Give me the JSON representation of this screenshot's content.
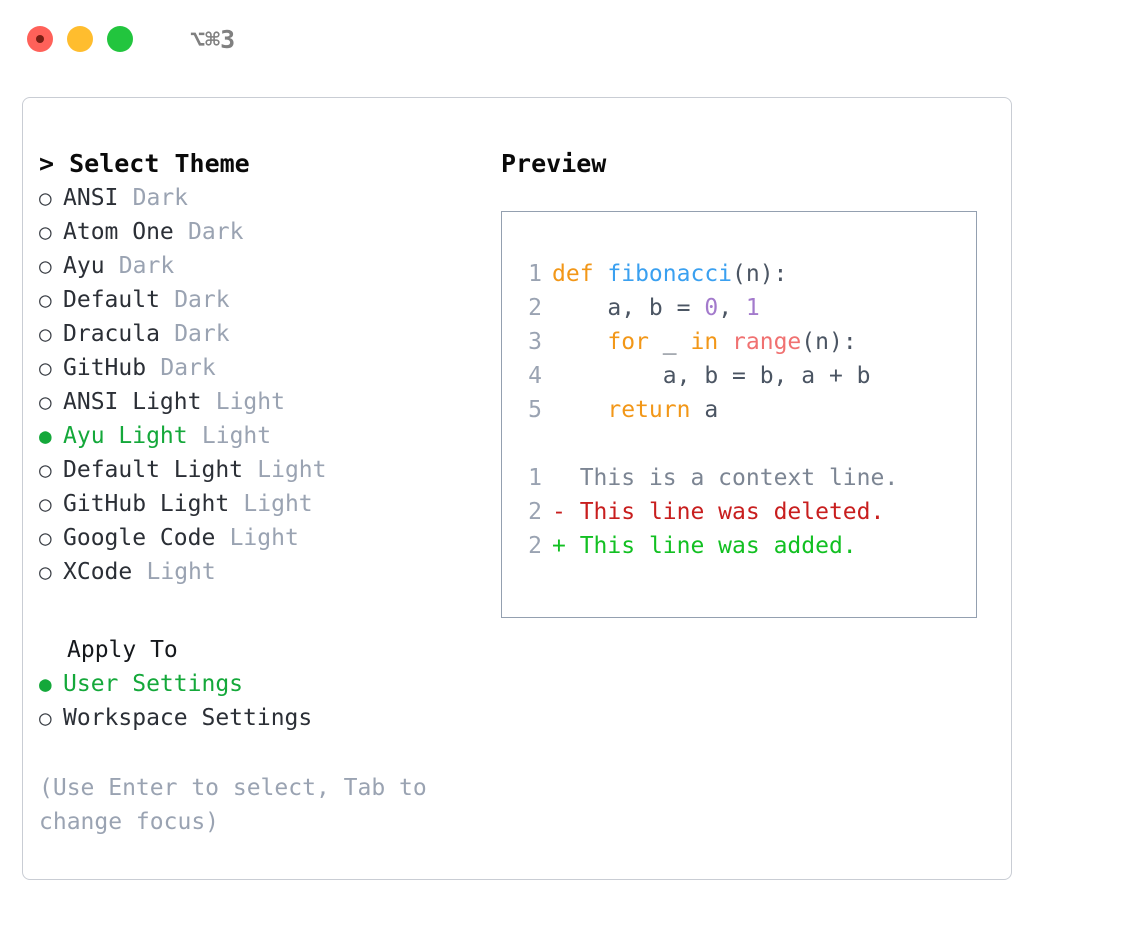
{
  "titlebar": {
    "shortcut": "⌥⌘3",
    "buttons": [
      "close",
      "minimize",
      "maximize"
    ]
  },
  "left_pane": {
    "header": "> Select Theme",
    "focused": true,
    "themes": [
      {
        "marker": "○",
        "name": "ANSI",
        "kind": "Dark",
        "selected": false
      },
      {
        "marker": "○",
        "name": "Atom One",
        "kind": "Dark",
        "selected": false
      },
      {
        "marker": "○",
        "name": "Ayu",
        "kind": "Dark",
        "selected": false
      },
      {
        "marker": "○",
        "name": "Default",
        "kind": "Dark",
        "selected": false
      },
      {
        "marker": "○",
        "name": "Dracula",
        "kind": "Dark",
        "selected": false
      },
      {
        "marker": "○",
        "name": "GitHub",
        "kind": "Dark",
        "selected": false
      },
      {
        "marker": "○",
        "name": "ANSI Light",
        "kind": "Light",
        "selected": false
      },
      {
        "marker": "●",
        "name": "Ayu Light",
        "kind": "Light",
        "selected": true
      },
      {
        "marker": "○",
        "name": "Default Light",
        "kind": "Light",
        "selected": false
      },
      {
        "marker": "○",
        "name": "GitHub Light",
        "kind": "Light",
        "selected": false
      },
      {
        "marker": "○",
        "name": "Google Code",
        "kind": "Light",
        "selected": false
      },
      {
        "marker": "○",
        "name": "XCode",
        "kind": "Light",
        "selected": false
      }
    ],
    "apply_to": {
      "header": "Apply To",
      "options": [
        {
          "marker": "●",
          "name": "User Settings",
          "selected": true
        },
        {
          "marker": "○",
          "name": "Workspace Settings",
          "selected": false
        }
      ]
    },
    "hint": "(Use Enter to select, Tab to change focus)"
  },
  "right_pane": {
    "header": "Preview",
    "code": [
      {
        "ln": "1",
        "tokens": [
          {
            "t": "def ",
            "c": "kw"
          },
          {
            "t": "fibonacci",
            "c": "fn"
          },
          {
            "t": "(n):",
            "c": "plain"
          }
        ]
      },
      {
        "ln": "2",
        "tokens": [
          {
            "t": "    a, b = ",
            "c": "plain"
          },
          {
            "t": "0",
            "c": "num"
          },
          {
            "t": ", ",
            "c": "plain"
          },
          {
            "t": "1",
            "c": "num"
          }
        ]
      },
      {
        "ln": "3",
        "tokens": [
          {
            "t": "    ",
            "c": "plain"
          },
          {
            "t": "for",
            "c": "kw"
          },
          {
            "t": " _ ",
            "c": "plain"
          },
          {
            "t": "in",
            "c": "kw"
          },
          {
            "t": " ",
            "c": "plain"
          },
          {
            "t": "range",
            "c": "builtin"
          },
          {
            "t": "(n):",
            "c": "plain"
          }
        ]
      },
      {
        "ln": "4",
        "tokens": [
          {
            "t": "        a, b = b, a + b",
            "c": "plain"
          }
        ]
      },
      {
        "ln": "5",
        "tokens": [
          {
            "t": "    ",
            "c": "plain"
          },
          {
            "t": "return",
            "c": "kw"
          },
          {
            "t": " a",
            "c": "plain"
          }
        ]
      }
    ],
    "diff": [
      {
        "ln": "1",
        "sign": " ",
        "text": "This is a context line.",
        "c": "ctx"
      },
      {
        "ln": "2",
        "sign": "-",
        "text": "This line was deleted.",
        "c": "del"
      },
      {
        "ln": "2",
        "sign": "+",
        "text": "This line was added.",
        "c": "add"
      }
    ]
  },
  "colors": {
    "accent_green": "#14a83a",
    "keyword_orange": "#f29718",
    "function_blue": "#3aa0f0",
    "number_purple": "#a37acc",
    "builtin_red": "#f07171",
    "muted_gray": "#9aa3b2",
    "diff_add": "#12c022",
    "diff_del": "#c81e1e"
  }
}
